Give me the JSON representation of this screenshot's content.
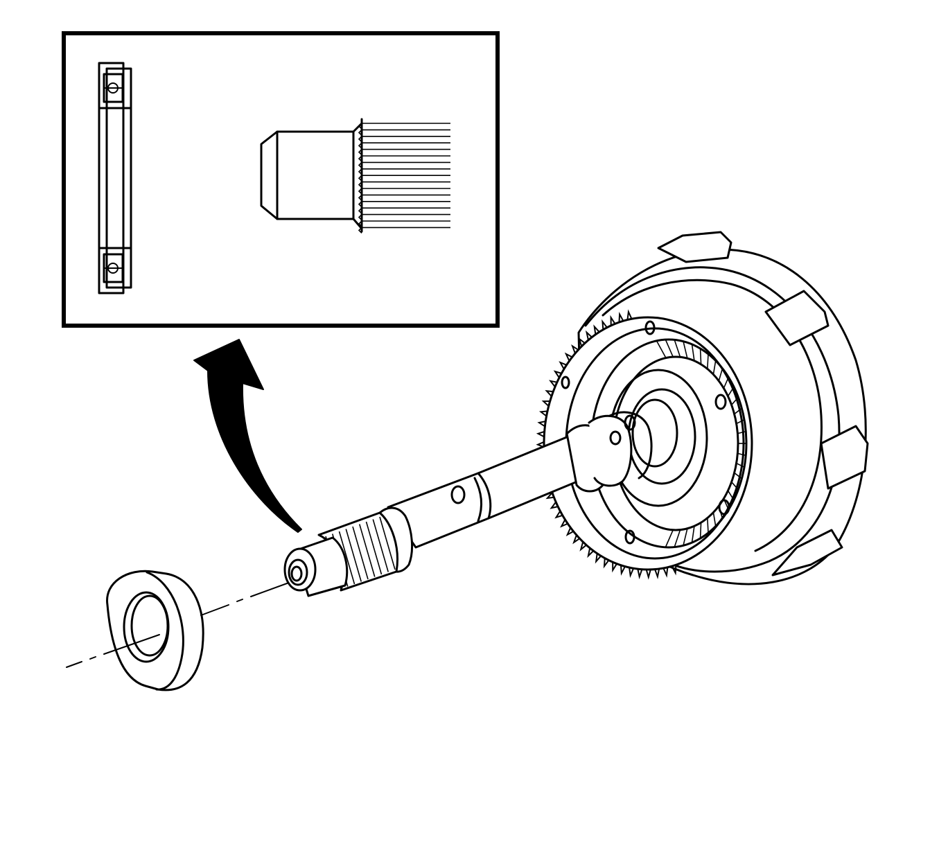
{
  "figure": {
    "colors": {
      "ink": "#000000",
      "paper": "#ffffff"
    },
    "parts": [
      "detail-inset",
      "bearing-cross-section",
      "shaft-end-detail",
      "direction-arrow",
      "thrust-bearing",
      "centerline",
      "output-shaft",
      "ring-gear-drum"
    ]
  }
}
